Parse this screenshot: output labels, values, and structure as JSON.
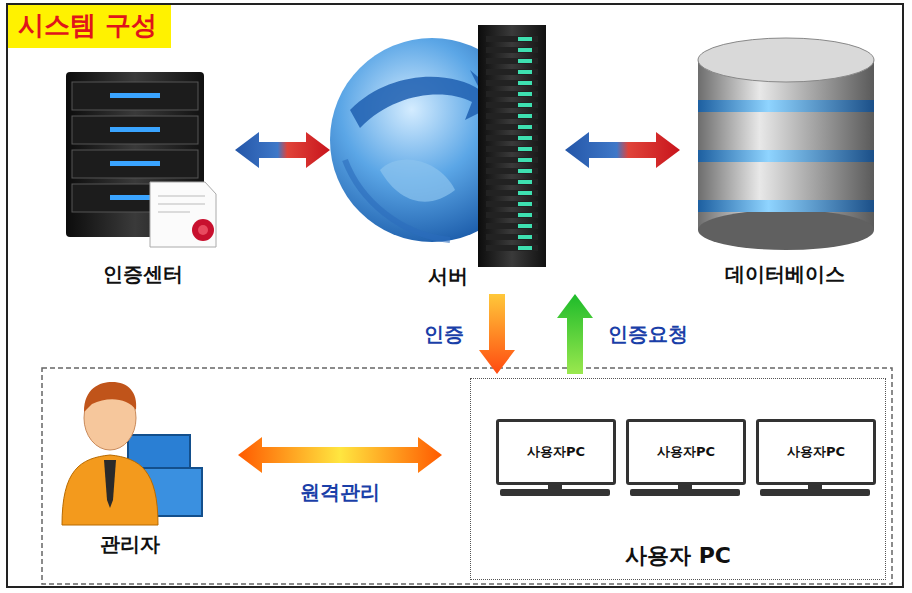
{
  "diagram": {
    "title": "시스템 구성",
    "nodes": [
      {
        "text": [
          "인증센터"
        ]
      },
      {
        "text": [
          "서버"
        ]
      },
      {
        "text": [
          "데이터베이스"
        ]
      },
      {
        "text": [
          "관리자"
        ]
      },
      {
        "text": [
          "사용자 PC"
        ]
      },
      {
        "text": [
          "사용자PC"
        ],
        "in": 4
      },
      {
        "text": [
          "사용자PC"
        ],
        "in": 4
      },
      {
        "text": [
          "사용자PC"
        ],
        "in": 4
      }
    ],
    "edges": [
      {
        "from": 0,
        "to": 1,
        "arrow": "both"
      },
      {
        "from": 1,
        "to": 2,
        "arrow": "both"
      },
      {
        "from": 1,
        "to": 4,
        "label": "인증",
        "arrow": "to"
      },
      {
        "from": 4,
        "to": 1,
        "label": "인증요청",
        "arrow": "to"
      },
      {
        "from": 3,
        "to": 4,
        "label": "원격관리",
        "arrow": "both"
      }
    ]
  }
}
